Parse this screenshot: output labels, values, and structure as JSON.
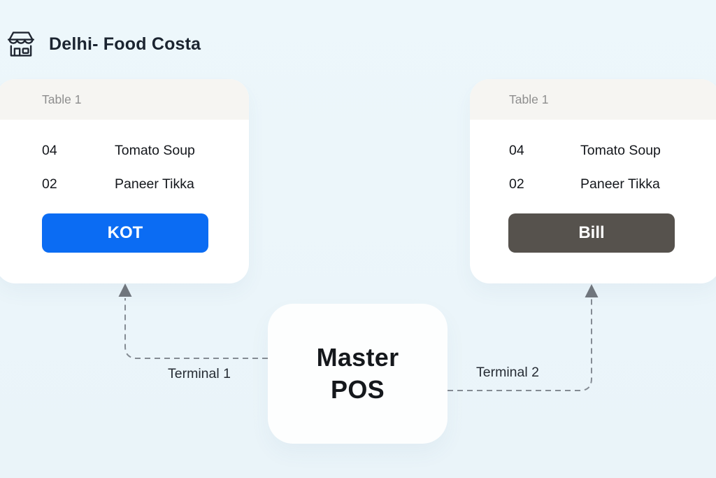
{
  "header": {
    "title": "Delhi- Food Costa",
    "icon": "storefront-icon"
  },
  "terminals": [
    {
      "connector_label": "Terminal 1",
      "card": {
        "table_label": "Table 1",
        "items": [
          {
            "qty": "04",
            "name": "Tomato Soup"
          },
          {
            "qty": "02",
            "name": "Paneer Tikka"
          }
        ],
        "action_label": "KOT",
        "action_color": "#0b6cf3"
      }
    },
    {
      "connector_label": "Terminal 2",
      "card": {
        "table_label": "Table 1",
        "items": [
          {
            "qty": "04",
            "name": "Tomato Soup"
          },
          {
            "qty": "02",
            "name": "Paneer Tikka"
          }
        ],
        "action_label": "Bill",
        "action_color": "#56524d"
      }
    }
  ],
  "master_pos": {
    "label_line1": "Master",
    "label_line2": "POS"
  },
  "colors": {
    "background": "#ecf6fa",
    "card_bg": "#ffffff",
    "card_header_bg": "#f6f5f2",
    "kot_button": "#0b6cf3",
    "bill_button": "#56524d",
    "connector_line": "#848b93",
    "arrow_fill": "#70767d"
  }
}
